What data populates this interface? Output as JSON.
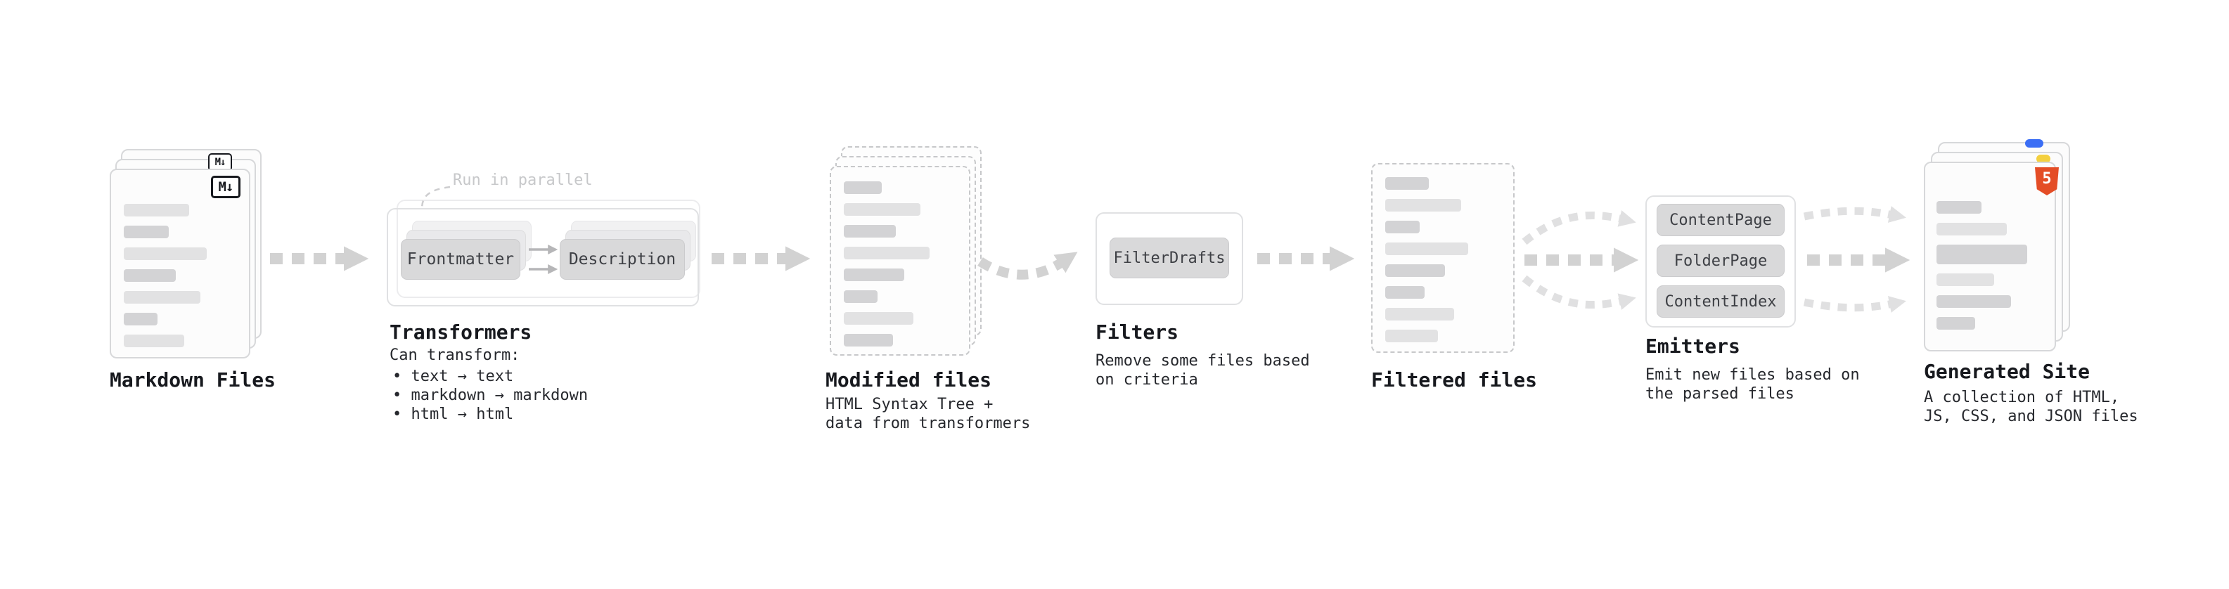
{
  "colors": {
    "arrow": "#d2d2d2",
    "arrow_light": "#e0e0e1",
    "inner_arrow": "#b6b6b8",
    "callout_line": "#cdcdcf",
    "html5_orange": "#e44d26",
    "badge_blue": "#3b6ef5",
    "badge_yellow": "#f4d03f"
  },
  "nodes": {
    "markdown_files": {
      "label": "Markdown Files",
      "badge": "M↓"
    },
    "transformers": {
      "label": "Transformers",
      "callout": "Run in parallel",
      "buttons": [
        "Frontmatter",
        "Description"
      ],
      "can_transform_title": "Can transform:",
      "bullets": [
        "• text → text",
        "• markdown → markdown",
        "• html → html"
      ]
    },
    "modified_files": {
      "label": "Modified files",
      "sub": [
        "HTML Syntax Tree +",
        "data from transformers"
      ]
    },
    "filters": {
      "label": "Filters",
      "buttons": [
        "FilterDrafts"
      ],
      "sub": [
        "Remove some files based",
        "on criteria"
      ]
    },
    "filtered_files": {
      "label": "Filtered files"
    },
    "emitters": {
      "label": "Emitters",
      "buttons": [
        "ContentPage",
        "FolderPage",
        "ContentIndex"
      ],
      "sub": [
        "Emit new files based on",
        "the parsed files"
      ]
    },
    "generated_site": {
      "label": "Generated Site",
      "badge": "5",
      "sub": [
        "A collection of HTML,",
        "JS, CSS, and JSON files"
      ]
    }
  }
}
